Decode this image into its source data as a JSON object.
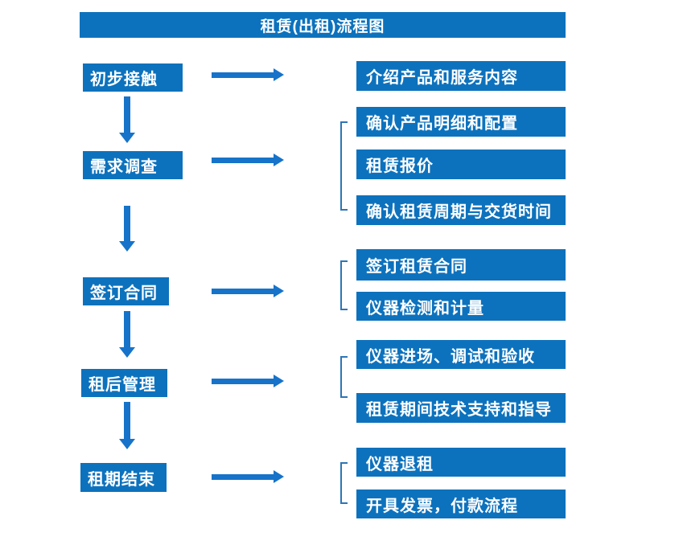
{
  "title": "租赁(出租)流程图",
  "colors": {
    "box_blue": "#0d72bd",
    "arrow_blue": "#1673c9",
    "bracket_blue": "#2e75b6",
    "text_white": "#ffffff"
  },
  "flow": {
    "steps": [
      {
        "label": "初步接触",
        "outputs": [
          "介绍产品和服务内容"
        ]
      },
      {
        "label": "需求调查",
        "outputs": [
          "确认产品明细和配置",
          "租赁报价",
          "确认租赁周期与交货时间"
        ]
      },
      {
        "label": "签订合同",
        "outputs": [
          "签订租赁合同",
          "仪器检测和计量"
        ]
      },
      {
        "label": "租后管理",
        "outputs": [
          "仪器进场、调试和验收",
          "租赁期间技术支持和指导"
        ]
      },
      {
        "label": "租期结束",
        "outputs": [
          "仪器退租",
          "开具发票，付款流程"
        ]
      }
    ]
  }
}
